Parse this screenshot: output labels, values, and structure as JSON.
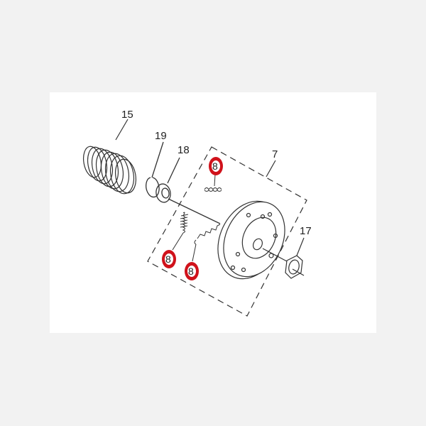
{
  "diagram": {
    "type": "exploded-parts-diagram",
    "subject": "clutch assembly",
    "background_color": "#f2f2f2",
    "panel_color": "#ffffff",
    "line_color": "#222222",
    "highlight_color": "#d0121b",
    "labels": {
      "spring": "15",
      "circlip": "19",
      "bearing": "18",
      "clutch_assembly": "7",
      "nut": "17",
      "clutch_spring_top": "8",
      "clutch_spring_left": "8",
      "clutch_spring_right": "8"
    },
    "parts": [
      {
        "number": "15",
        "name": "compression spring"
      },
      {
        "number": "19",
        "name": "circlip"
      },
      {
        "number": "18",
        "name": "bearing"
      },
      {
        "number": "7",
        "name": "clutch assembly (dashed group)"
      },
      {
        "number": "8",
        "name": "clutch shoe spring",
        "highlighted": true,
        "count": 3
      },
      {
        "number": "17",
        "name": "nut"
      }
    ]
  }
}
